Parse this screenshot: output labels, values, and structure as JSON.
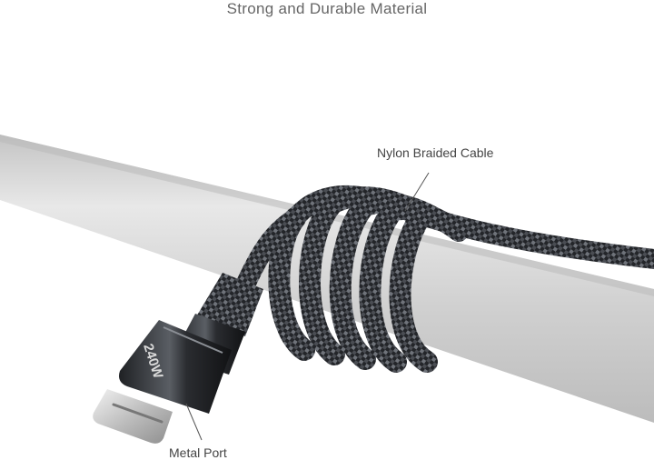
{
  "heading": "Strong and Durable Material",
  "callouts": {
    "cable": "Nylon Braided Cable",
    "port": "Metal Port"
  },
  "connector_print": "240W",
  "colors": {
    "pipe": "#d2d2d2",
    "cable": "#2b2d30",
    "braid_highlight": "#7a7e85",
    "text": "#555555"
  }
}
